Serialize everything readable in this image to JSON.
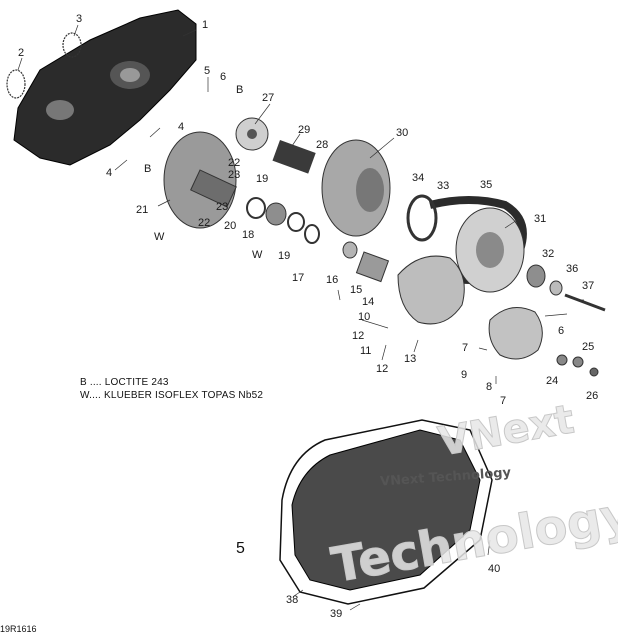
{
  "legend": {
    "b_line": "B .... LOCTITE 243",
    "w_line": "W.... KLUEBER ISOFLEX TOPAS Nb52"
  },
  "document_code": "19R1616",
  "section_number": "5",
  "watermark": {
    "line1": "VNext",
    "line2": "Technology",
    "small": "VNext Technology"
  },
  "callouts": [
    "1",
    "2",
    "3",
    "4",
    "4",
    "5",
    "6",
    "B",
    "B",
    "7",
    "8",
    "7",
    "9",
    "10",
    "11",
    "12",
    "12",
    "13",
    "14",
    "15",
    "16",
    "17",
    "18",
    "19",
    "19",
    "20",
    "21",
    "22",
    "22",
    "23",
    "23",
    "24",
    "25",
    "26",
    "27",
    "28",
    "29",
    "30",
    "31",
    "32",
    "33",
    "34",
    "35",
    "36",
    "37",
    "38",
    "39",
    "40",
    "6",
    "W",
    "W"
  ],
  "colors": {
    "ink": "#1a1a1a",
    "part_dark": "#2b2b2b",
    "part_mid": "#8a8a8a",
    "part_light": "#d6d6d6"
  }
}
